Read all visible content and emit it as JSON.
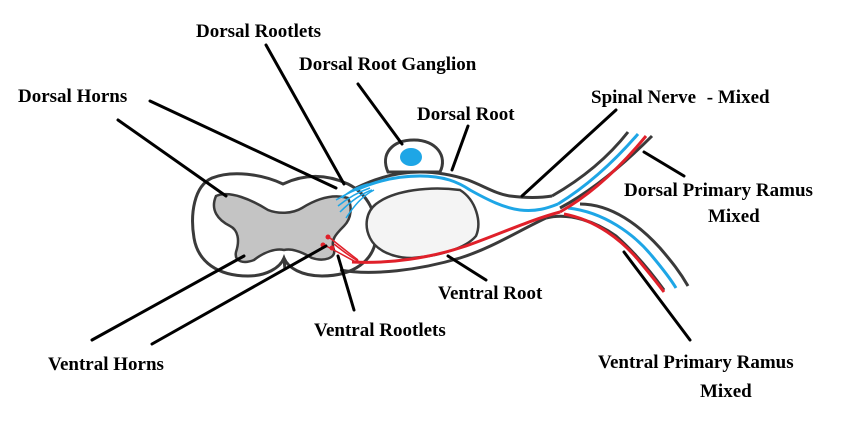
{
  "colors": {
    "outline": "#3a3a3a",
    "grey_matter": "#c4c4c4",
    "ganglion_fill": "#f4f4f4",
    "sensory_blue": "#1ea6e6",
    "motor_red": "#e0202a",
    "leader_line": "#000000"
  },
  "labels": {
    "dorsal_rootlets": "Dorsal Rootlets",
    "dorsal_root_ganglion": "Dorsal Root Ganglion",
    "dorsal_horns": "Dorsal Horns",
    "dorsal_root": "Dorsal Root",
    "spinal_nerve": "Spinal Nerve",
    "spinal_nerve_suffix": "- Mixed",
    "dorsal_primary_ramus": "Dorsal Primary Ramus",
    "dorsal_primary_ramus_type": "Mixed",
    "ventral_root": "Ventral Root",
    "ventral_rootlets": "Ventral Rootlets",
    "ventral_horns": "Ventral Horns",
    "ventral_primary_ramus": "Ventral Primary Ramus",
    "ventral_primary_ramus_type": "Mixed"
  }
}
